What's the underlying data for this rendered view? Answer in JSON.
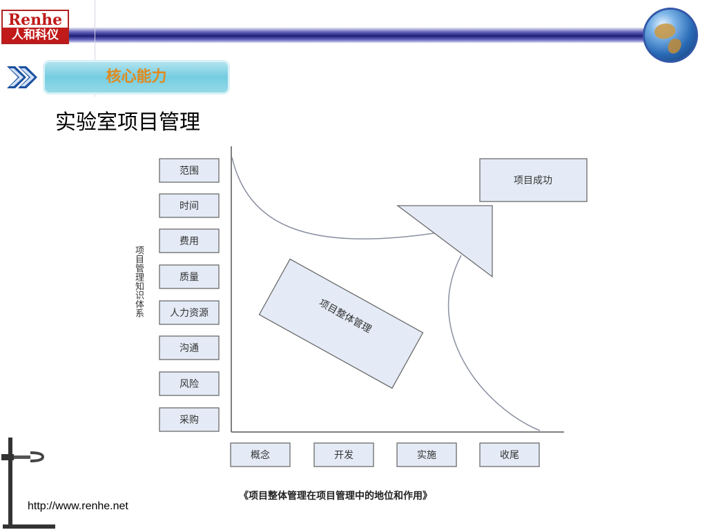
{
  "header": {
    "logo_en": "Renhe",
    "logo_cn": "人和科仪"
  },
  "section": {
    "title": "核心能力"
  },
  "page": {
    "title": "实验室项目管理"
  },
  "diagram": {
    "knowledge_areas": [
      "范围",
      "时间",
      "费用",
      "质量",
      "人力资源",
      "沟通",
      "风险",
      "采购"
    ],
    "vertical_axis_label": "项目管理知识体系",
    "phases": [
      "概念",
      "开发",
      "实施",
      "收尾"
    ],
    "center_box": "项目整体管理",
    "goal_box": "项目成功",
    "caption": "《项目整体管理在项目管理中的地位和作用》"
  },
  "footer": {
    "url": "http://www.renhe.net"
  },
  "colors": {
    "box_fill": "#e4ebf6",
    "box_border": "#6a6a6a",
    "brand_red": "#c01a1a",
    "title_orange": "#e08a1e"
  }
}
